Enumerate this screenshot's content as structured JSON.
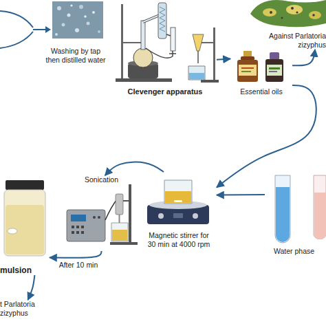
{
  "diagram": {
    "nodes": [
      {
        "text": [
          "Washing by tap then distilled water"
        ]
      },
      {
        "text": [
          "Clevenger apparatus"
        ]
      },
      {
        "text": [
          "Essential oils"
        ]
      },
      {
        "text": [
          "Against Parlatoria zizyphus"
        ]
      },
      {
        "text": [
          "mulsion"
        ]
      },
      {
        "text": [
          "Sonication"
        ]
      },
      {
        "text": [
          "Magnetic stirrer for 30 min at 4000 rpm"
        ]
      },
      {
        "text": [
          "Water phase"
        ]
      },
      {
        "text": [
          "t Parlatoria zizyphus"
        ]
      }
    ],
    "edges": [
      {
        "from": 1,
        "to": 2,
        "arrow": "to"
      },
      {
        "from": 2,
        "to": 3,
        "arrow": "to"
      },
      {
        "from": 2,
        "to": 6,
        "arrow": "to"
      },
      {
        "from": 7,
        "to": 6,
        "arrow": "to"
      },
      {
        "from": 6,
        "to": 5,
        "arrow": "to"
      },
      {
        "from": 5,
        "to": 4,
        "label": "After 10 min",
        "arrow": "to"
      },
      {
        "from": 4,
        "to": 8,
        "arrow": "to"
      }
    ]
  }
}
